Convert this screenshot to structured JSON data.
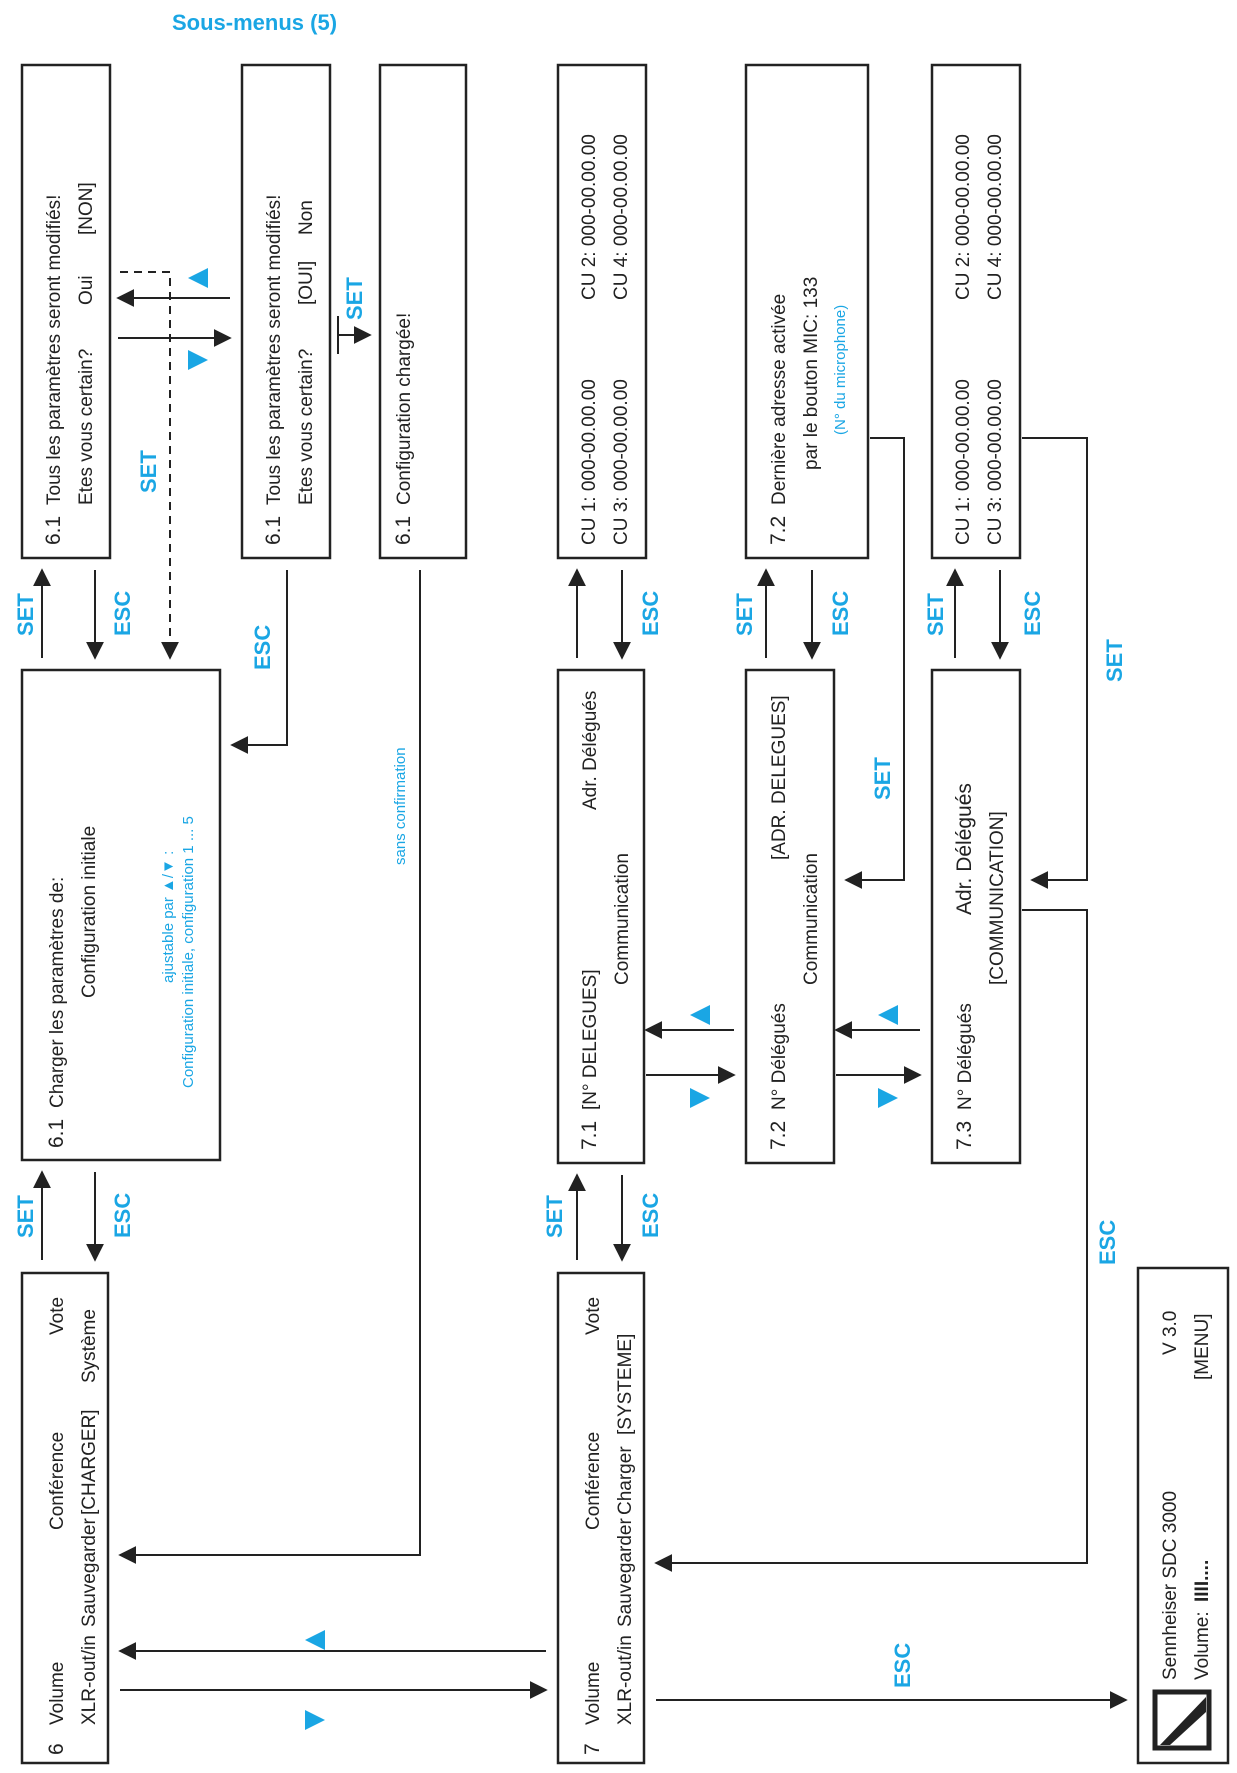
{
  "title": "Sous-menus (5)",
  "colors": {
    "accent": "#1aa6e4",
    "line": "#222222"
  },
  "labels": {
    "set": "SET",
    "esc": "ESC"
  },
  "screens": {
    "s6": {
      "num": "6",
      "l1": "Volume",
      "l1r": "Conférence",
      "l1rr": "Vote",
      "l2": "XLR-out/in",
      "l2b": "Sauvegarder",
      "l2c": "[CHARGER]",
      "l2d": "Système"
    },
    "s7": {
      "num": "7",
      "l1": "Volume",
      "l1r": "Conférence",
      "l1rr": "Vote",
      "l2": "XLR-out/in",
      "l2b": "Sauvegarder",
      "l2c": "Charger",
      "l2d": "[SYSTEME]"
    },
    "s61a": {
      "num": "6.1",
      "l1": "Charger les paramètres de:",
      "l2": "Configuration initiale",
      "note1": "ajustable par ▲/▼ :",
      "note2": "Configuration initiale, configuration 1 ... 5"
    },
    "s61b": {
      "num": "6.1",
      "l1": "Tous les paramètres seront modifiés!",
      "l2": "Etes vous certain?",
      "opt1": "Oui",
      "opt2": "[NON]"
    },
    "s61c": {
      "num": "6.1",
      "l1": "Tous les paramètres seront modifiés!",
      "l2": "Etes vous certain?",
      "opt1": "[OUI]",
      "opt2": "Non"
    },
    "s61d": {
      "num": "6.1",
      "l1": "Configuration chargée!"
    },
    "s71": {
      "num": "7.1",
      "l1": "[N° DELEGUES]",
      "l1r": "Adr. Délégués",
      "l2": "Communication"
    },
    "s72": {
      "num": "7.2",
      "l1": "N° Délégués",
      "l1r": "[ADR. DELEGUES]",
      "l2": "Communication"
    },
    "s73": {
      "num": "7.3",
      "l1": "N° Délégués",
      "l1r": "Adr. Délégués",
      "l2": "[COMMUNICATION]"
    },
    "cu1": {
      "a": "CU 1:  000-00.00.00",
      "b": "CU 2:  000-00.00.00",
      "c": "CU 3:  000-00.00.00",
      "d": "CU 4:  000-00.00.00"
    },
    "s72d": {
      "num": "7.2",
      "l1": "Dernière adresse activée",
      "l2": "par le bouton MIC: 133",
      "note": "(N° du microphone)"
    },
    "cu2": {
      "a": "CU 1:  000-00.00.00",
      "b": "CU 2:  000-00.00.00",
      "c": "CU 3:  000-00.00.00",
      "d": "CU 4:  000-00.00.00"
    },
    "home": {
      "l1": "Sennheiser SDC 3000",
      "l1r": "V 3.0",
      "l2": "Volume:",
      "bars": "IIII....",
      "l2r": "[MENU]"
    }
  },
  "notes": {
    "sans_confirmation": "sans confirmation"
  }
}
